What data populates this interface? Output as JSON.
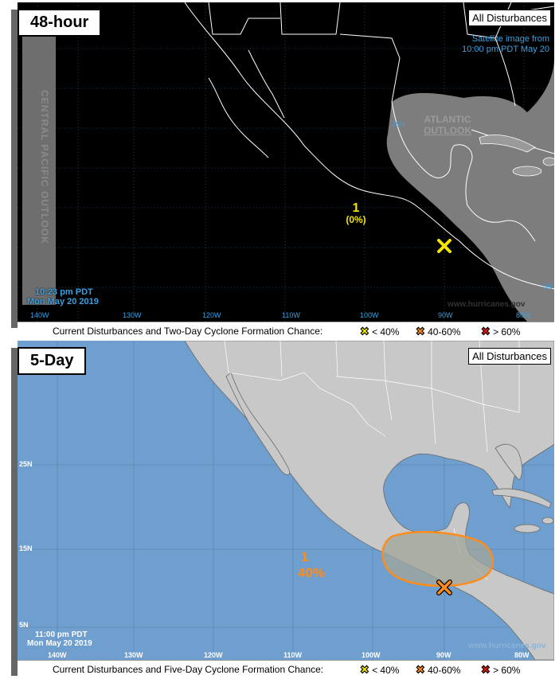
{
  "panel48": {
    "title": "48-hour",
    "all_button": "All Disturbances",
    "satellite_line1": "Satellite image from",
    "satellite_line2": "10:00 pm PDT May 20",
    "central_pacific": "CENTRAL PACIFIC OUTLOOK",
    "atlantic_line1": "ATLANTIC",
    "atlantic_line2": "OUTLOOK",
    "timestamp_line1": "10:23 pm PDT",
    "timestamp_line2": "Mon May 20 2019",
    "lat_labels": [
      "25N",
      "5N"
    ],
    "lon_labels": [
      "140W",
      "130W",
      "120W",
      "110W",
      "100W",
      "90W",
      "80W"
    ],
    "watermark": "www.hurricanes.gov",
    "disturbance_number": "1",
    "disturbance_chance": "(0%)",
    "legend_text": "Current Disturbances and Two-Day Cyclone Formation Chance:"
  },
  "panel5d": {
    "title": "5-Day",
    "all_button": "All Disturbances",
    "timestamp_line1": "11:00 pm PDT",
    "timestamp_line2": "Mon May 20 2019",
    "lat_labels": [
      "25N",
      "15N",
      "5N"
    ],
    "lon_labels": [
      "140W",
      "130W",
      "120W",
      "110W",
      "100W",
      "90W",
      "80W"
    ],
    "watermark": "www.hurricanes.gov",
    "disturbance_number": "1",
    "disturbance_chance": "40%",
    "legend_text": "Current Disturbances and Five-Day Cyclone Formation Chance:"
  },
  "legend_keys": {
    "low": "< 40%",
    "mid": "40-60%",
    "high": "> 60%"
  },
  "colors": {
    "low": "#f2e600",
    "mid": "#ff8c1a",
    "high": "#e8150f",
    "ocean_5day": "#6f9fce",
    "land_5day": "#c8c8c8",
    "satellite_label": "#3aa0e0"
  }
}
